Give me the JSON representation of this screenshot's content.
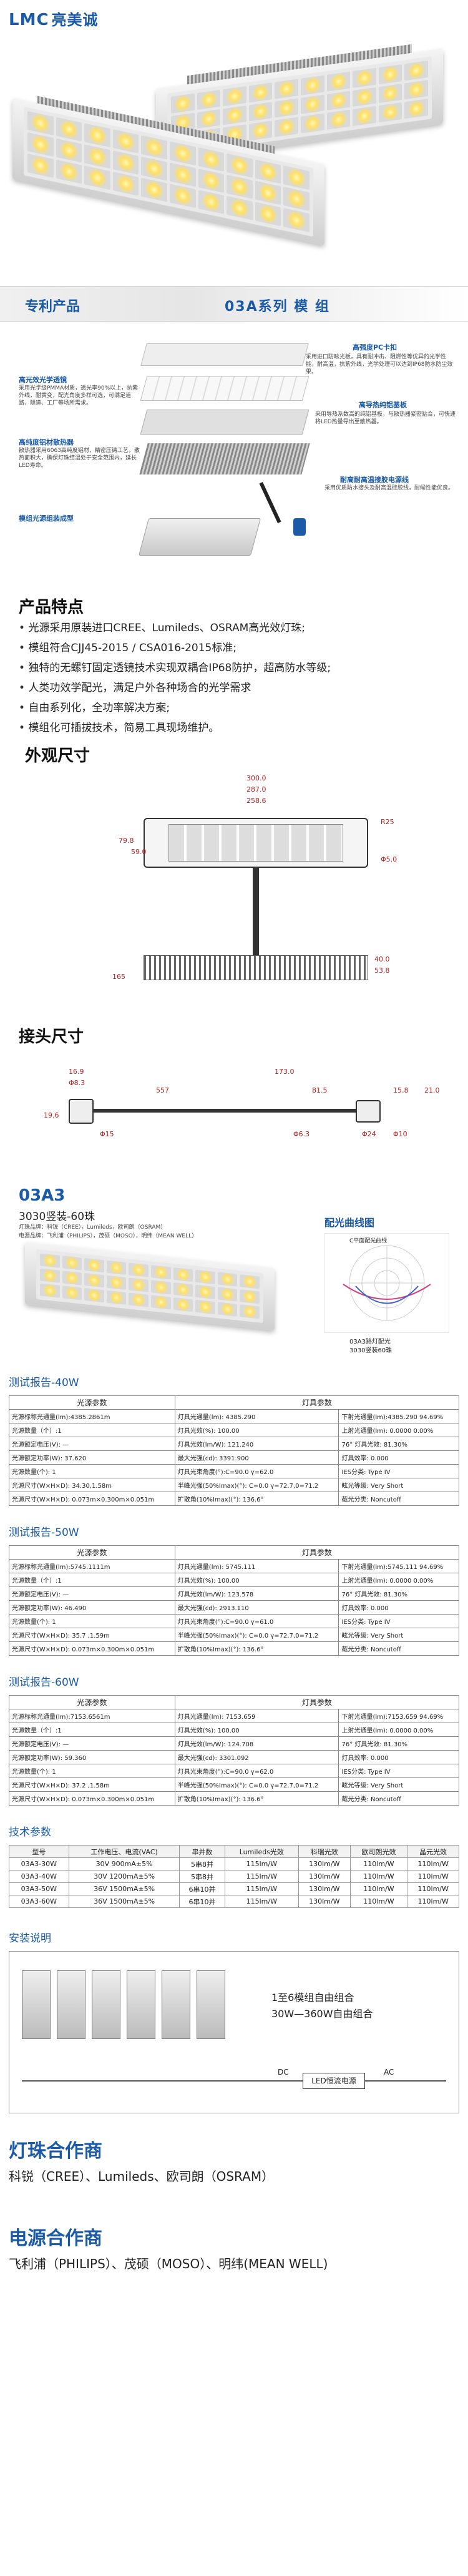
{
  "brand": {
    "latin": "LMC",
    "cn": "亮美诚"
  },
  "product_band": {
    "left": "专利产品",
    "right": "03A系列  模 组"
  },
  "callouts": {
    "pc_lens": "高强度PC卡扣",
    "glass": "高光效光学透镜",
    "al_board": "高导热纯铝基板",
    "fin": "高纯度铝材散热器",
    "power": "耐高耐高温接胶电源线",
    "design": "模组光源组装成型",
    "pc_lens_desc": "采用进口防眩光板，具有耐冲击、阻燃性等优异的光学性能，耐高温，抗紫外线，光学处理可以达到IP68防水防尘效果。",
    "glass_desc": "采用光学级PMMA材质，透光率90%以上，抗紫外线，耐黄变，配光角度多样可选，可满足道路、隧道、工厂等场所需求。",
    "al_board_desc": "采用导热系数高的纯铝基板，与散热器紧密贴合，可快速将LED热量导出至散热器。",
    "fin_desc": "散热器采用6063高纯度铝材，精密压铸工艺，散热面积大，确保灯珠结温处于安全范围内，延长LED寿命。",
    "power_desc": "采用优质防水接头及耐高温硅胶线，耐候性能优良。"
  },
  "features": {
    "title": "产品特点",
    "items": [
      "光源采用原装进口CREE、Lumileds、OSRAM高光效灯珠;",
      "模组符合CJJ45-2015  /  CSA016-2015标准;",
      "独特的无螺钉固定透镜技术实现双耦合IP68防护，超高防水等级;",
      "人类功效学配光，满足户外各种场合的光学需求",
      "自由系列化，全功率解决方案;",
      "模组化可插拔技术，简易工具现场维护。"
    ]
  },
  "appearance": {
    "title": "外观尺寸",
    "dims": [
      "300.0",
      "287.0",
      "258.6",
      "79.8",
      "59.0",
      "R25",
      "Φ5.0",
      "165",
      "40.0",
      "53.8"
    ]
  },
  "connector": {
    "title": "接头尺寸",
    "dims": [
      "16.9",
      "Φ8.3",
      "557",
      "173.0",
      "81.5",
      "15.8",
      "21.0",
      "19.6",
      "Φ15",
      "Φ6.3",
      "Φ24",
      "Φ10"
    ]
  },
  "model": {
    "code": "03A3",
    "sub": "3030竖装-60珠",
    "l1": "灯珠品牌：科锐（CREE），Lumileds，欧司朗（OSRAM）",
    "l2": "电源品牌：飞利浦（PHILIPS），茂硕（MOSO），明纬（MEAN WELL）",
    "curve_title": "配光曲线图",
    "curve_caption": "C平面配光曲线",
    "curve_foot1": "03A3路灯配光",
    "curve_foot2": "3030竖装60珠"
  },
  "reports": [
    {
      "title": "测试报告-40W",
      "head_left": "光源参数",
      "head_right": "灯具参数",
      "rows": [
        [
          "光源标称光通量(lm):4385.2861m",
          "灯具光通量(lm): 4385.290",
          "下射光通量(lm):4385.290 94.69%"
        ],
        [
          "光源数量（个）:1",
          "灯具光效(%): 100.00",
          "上射光通量(lm): 0.0000 0.00%"
        ],
        [
          "光源额定电压(V): —",
          "灯具光效(lm/W): 121.240",
          "76° 灯具光效: 81.30%"
        ],
        [
          "光源额定功率(W): 37.620",
          "最大光强(cd): 3391.900",
          "灯具效率: 0.000"
        ],
        [
          "光源数量(个): 1",
          "灯具光束角度(°):C=90.0 γ=62.0",
          "IES分类: Type IV"
        ],
        [
          "光源尺寸(W×H×D): 34.30,1.58m",
          "半峰光强(50%Imax)(°): C=0.0 γ=72.7,0=71.2",
          "眩光等级: Very Short"
        ],
        [
          "光源尺寸(W×H×D): 0.073m×0.300m×0.051m",
          "扩散角(10%Imax)(°): 136.6°",
          "截光分类: Noncutoff"
        ]
      ]
    },
    {
      "title": "测试报告-50W",
      "head_left": "光源参数",
      "head_right": "灯具参数",
      "rows": [
        [
          "光源标称光通量(lm):5745.1111m",
          "灯具光通量(lm): 5745.111",
          "下射光通量(lm):5745.111 94.69%"
        ],
        [
          "光源数量（个）:1",
          "灯具光效(%): 100.00",
          "上射光通量(lm): 0.0000 0.00%"
        ],
        [
          "光源额定电压(V): —",
          "灯具光效(lm/W): 123.578",
          "76° 灯具光效: 81.30%"
        ],
        [
          "光源额定功率(W): 46.490",
          "最大光强(cd): 2913.110",
          "灯具效率: 0.000"
        ],
        [
          "光源数量(个): 1",
          "灯具光束角度(°):C=90.0 γ=61.0",
          "IES分类: Type IV"
        ],
        [
          "光源尺寸(W×H×D): 35.7 ,1.59m",
          "半峰光强(50%Imax)(°): C=0.0 γ=72.7,0=71.2",
          "眩光等级: Very Short"
        ],
        [
          "光源尺寸(W×H×D): 0.073m×0.300m×0.051m",
          "扩散角(10%Imax)(°): 136.6°",
          "截光分类: Noncutoff"
        ]
      ]
    },
    {
      "title": "测试报告-60W",
      "head_left": "光源参数",
      "head_right": "灯具参数",
      "rows": [
        [
          "光源标称光通量(lm):7153.6561m",
          "灯具光通量(lm): 7153.659",
          "下射光通量(lm):7153.659 94.69%"
        ],
        [
          "光源数量（个）:1",
          "灯具光效(%): 100.00",
          "上射光通量(lm): 0.0000 0.00%"
        ],
        [
          "光源额定电压(V): —",
          "灯具光效(lm/W): 124.708",
          "76° 灯具光效: 81.30%"
        ],
        [
          "光源额定功率(W): 59.360",
          "最大光强(cd): 3301.092",
          "灯具效率: 0.000"
        ],
        [
          "光源数量(个): 1",
          "灯具光束角度(°):C=90.0 γ=62.0",
          "IES分类: Type IV"
        ],
        [
          "光源尺寸(W×H×D): 37.2 ,1.58m",
          "半峰光强(50%Imax)(°): C=0.0 γ=72.7,0=71.2",
          "眩光等级: Very Short"
        ],
        [
          "光源尺寸(W×H×D): 0.073m×0.300m×0.051m",
          "扩散角(10%Imax)(°): 136.6°",
          "截光分类: Noncutoff"
        ]
      ]
    }
  ],
  "tech": {
    "title": "技术参数",
    "headers": [
      "型号",
      "工作电压、电流(VAC)",
      "串并数",
      "Lumileds光效",
      "科瑞光效",
      "欧司朗光效",
      "晶元光效"
    ],
    "rows": [
      [
        "03A3-30W",
        "30V 900mA±5%",
        "5串8并",
        "115lm/W",
        "130lm/W",
        "110lm/W",
        "110lm/W"
      ],
      [
        "03A3-40W",
        "30V 1200mA±5%",
        "5串8并",
        "115lm/W",
        "130lm/W",
        "110lm/W",
        "110lm/W"
      ],
      [
        "03A3-50W",
        "36V 1500mA±5%",
        "6串10并",
        "115lm/W",
        "130lm/W",
        "110lm/W",
        "110lm/W"
      ],
      [
        "03A3-60W",
        "36V 1500mA±5%",
        "6串10并",
        "115lm/W",
        "130lm/W",
        "110lm/W",
        "110lm/W"
      ]
    ]
  },
  "install": {
    "title": "安装说明",
    "note1": "1至6模组自由组合",
    "note2": "30W—360W自由组合",
    "dc": "DC",
    "ac": "AC",
    "driver": "LED恒流电源"
  },
  "bead_partner": {
    "title": "灯珠合作商",
    "text": "科锐（CREE）、Lumileds、欧司朗（OSRAM）"
  },
  "power_partner": {
    "title": "电源合作商",
    "text": "飞利浦（PHILIPS）、茂硕（MOSO）、明纬(MEAN WELL)"
  },
  "colors": {
    "accent": "#1a5aa6",
    "dim": "#b02020"
  }
}
